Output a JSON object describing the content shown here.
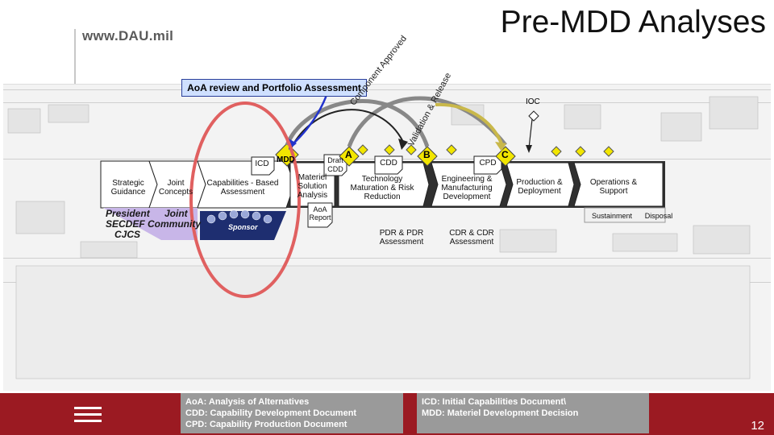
{
  "header": {
    "site": "www.DAU.mil",
    "title": "Pre-MDD Analyses"
  },
  "aoa_review": "AoA review and Portfolio Assessment",
  "milestones": {
    "mdd": "MDD",
    "a": "A",
    "b": "B",
    "c": "C",
    "ioc": "IOC"
  },
  "documents": {
    "icd": "ICD",
    "draft_cdd_line1": "Draft",
    "draft_cdd_line2": "CDD",
    "cdd": "CDD",
    "cpd": "CPD",
    "aoa_report_line1": "AoA",
    "aoa_report_line2": "Report"
  },
  "curved_labels": {
    "component_approved": "Component Approved",
    "validation_release": "Validation & Release"
  },
  "phases": {
    "strategic_guidance_1": "Strategic",
    "strategic_guidance_2": "Guidance",
    "joint_concepts_1": "Joint",
    "joint_concepts_2": "Concepts",
    "cba_1": "Capabilities - Based",
    "cba_2": "Assessment",
    "msa_1": "Materiel",
    "msa_2": "Solution",
    "msa_3": "Analysis",
    "tmrr_1": "Technology",
    "tmrr_2": "Maturation & Risk",
    "tmrr_3": "Reduction",
    "emd_1": "Engineering &",
    "emd_2": "Manufacturing",
    "emd_3": "Development",
    "pd_1": "Production &",
    "pd_2": "Deployment",
    "os_1": "Operations &",
    "os_2": "Support"
  },
  "sub_labels": {
    "sustainment": "Sustainment",
    "disposal": "Disposal",
    "pdr_1": "PDR & PDR",
    "pdr_2": "Assessment",
    "cdr_1": "CDR & CDR",
    "cdr_2": "Assessment"
  },
  "stakeholders": {
    "president": "President",
    "joint": "Joint",
    "secdef": "SECDEF Community",
    "cjcs": "CJCS",
    "sponsor": "Sponsor"
  },
  "legend_left": [
    "AoA: Analysis of Alternatives",
    "CDD: Capability Development Document",
    "CPD: Capability Production Document"
  ],
  "legend_right": [
    "ICD: Initial Capabilities Document\\",
    "MDD: Materiel Development Decision"
  ],
  "page_number": "12",
  "colors": {
    "footer": "#9b1a22",
    "legend_box": "#9a9a9a",
    "process_band": "#2f2f2f",
    "milestone": "#f2e600",
    "highlight_circle": "#e06060",
    "aoa_box_fill": "#cfe0ff",
    "blue_arrow": "#2233cc"
  }
}
